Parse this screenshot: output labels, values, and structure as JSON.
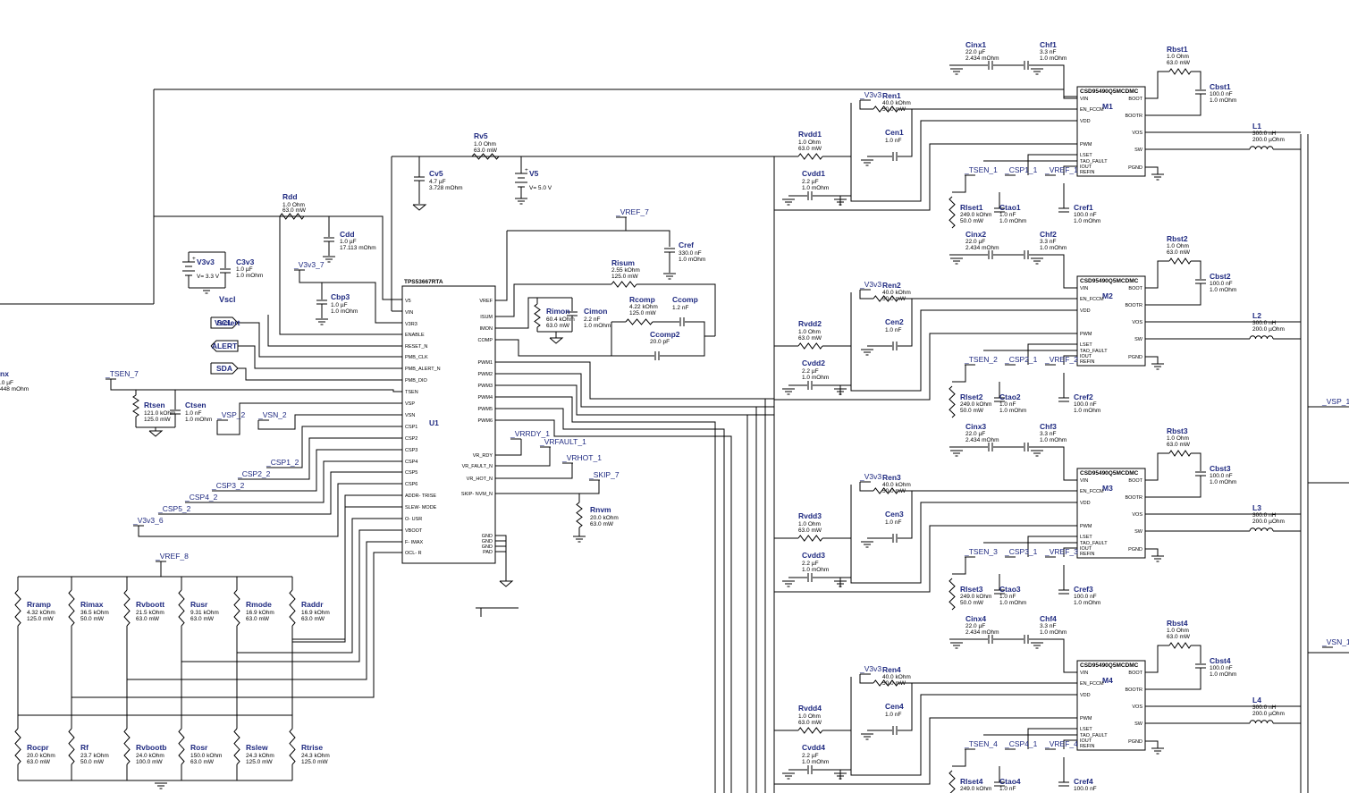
{
  "schematic": {
    "controller": {
      "part": "TPS53667RTA",
      "ref": "U1",
      "pins_left": [
        "V5",
        "VIN",
        "V3R3",
        "ENABLE",
        "RESET_N",
        "PMB_CLK",
        "PMB_ALERT_N",
        "PMB_DIO",
        "TSEN",
        "VSP",
        "VSN",
        "CSP1",
        "CSP2",
        "CSP3",
        "CSP4",
        "CSP5",
        "CSP6",
        "ADDR- TRISE",
        "SLEW- MODE",
        "O- USR",
        "VBOOT",
        "F- IMAX",
        "OCL- R"
      ],
      "pins_right_top": [
        "VREF",
        "ISUM",
        "IMON",
        "COMP"
      ],
      "pins_right_pwm": [
        "PWM1",
        "PWM2",
        "PWM3",
        "PWM4",
        "PWM5",
        "PWM6"
      ],
      "pins_right_status": [
        "VR_RDY",
        "VR_FAULT_N",
        "VR_HOT_N",
        "SKIP- NVM_N"
      ],
      "pins_right_gnd": [
        "GND",
        "GND",
        "GND",
        "PAD"
      ]
    },
    "stage_part": "CSD95490Q5MCDMC",
    "stage_pins_left": [
      "VIN",
      "EN_FCCM",
      "VDD",
      "PWM",
      "LSET",
      "TAO_FAULT",
      "IOUT",
      "REFIN"
    ],
    "stage_pins_right": [
      "BOOT",
      "BOOTR",
      "VOS",
      "SW",
      "PGND"
    ],
    "stages": [
      {
        "ref": "M1",
        "cinx": "Cinx1",
        "cinx_v1": "22.0 µF",
        "cinx_v2": "2.434 mOhm",
        "chf": "Chf1",
        "chf_v1": "3.3 nF",
        "chf_v2": "1.0 mOhm",
        "rbst": "Rbst1",
        "rbst_v1": "1.0 Ohm",
        "rbst_v2": "63.0 mW",
        "cbst": "Cbst1",
        "cbst_v1": "100.0 nF",
        "cbst_v2": "1.0 mOhm",
        "l": "L1",
        "l_v1": "300.0 nH",
        "l_v2": "200.0 µOhm",
        "ren": "Ren1",
        "ren_v1": "40.0 kOhm",
        "ren_v2": "50.0 mW",
        "cen": "Cen1",
        "cen_v1": "1.0 nF",
        "rvdd": "Rvdd1",
        "rvdd_v1": "1.0 Ohm",
        "rvdd_v2": "63.0 mW",
        "cvdd": "Cvdd1",
        "cvdd_v1": "2.2 µF",
        "cvdd_v2": "1.0 mOhm",
        "rset": "Rlset1",
        "rset_v1": "249.0 kOhm",
        "rset_v2": "50.0 mW",
        "ctao": "Ctao1",
        "ctao_v1": "1.0 nF",
        "ctao_v2": "1.0 mOhm",
        "cref": "Cref1",
        "cref_v1": "100.0 nF",
        "cref_v2": "1.0 mOhm",
        "v3v3": "_V3v3",
        "tsen": "_TSEN_1",
        "csp": "_CSP1_1",
        "vref": "_VREF_1"
      },
      {
        "ref": "M2",
        "cinx": "Cinx2",
        "cinx_v1": "22.0 µF",
        "cinx_v2": "2.434 mOhm",
        "chf": "Chf2",
        "chf_v1": "3.3 nF",
        "chf_v2": "1.0 mOhm",
        "rbst": "Rbst2",
        "rbst_v1": "1.0 Ohm",
        "rbst_v2": "63.0 mW",
        "cbst": "Cbst2",
        "cbst_v1": "100.0 nF",
        "cbst_v2": "1.0 mOhm",
        "l": "L2",
        "l_v1": "300.0 nH",
        "l_v2": "200.0 µOhm",
        "ren": "Ren2",
        "ren_v1": "40.0 kOhm",
        "ren_v2": "50.0 mW",
        "cen": "Cen2",
        "cen_v1": "1.0 nF",
        "rvdd": "Rvdd2",
        "rvdd_v1": "1.0 Ohm",
        "rvdd_v2": "63.0 mW",
        "cvdd": "Cvdd2",
        "cvdd_v1": "2.2 µF",
        "cvdd_v2": "1.0 mOhm",
        "rset": "Rlset2",
        "rset_v1": "249.0 kOhm",
        "rset_v2": "50.0 mW",
        "ctao": "Ctao2",
        "ctao_v1": "1.0 nF",
        "ctao_v2": "1.0 mOhm",
        "cref": "Cref2",
        "cref_v1": "100.0 nF",
        "cref_v2": "1.0 mOhm",
        "v3v3": "_V3v3",
        "tsen": "_TSEN_2",
        "csp": "_CSP2_1",
        "vref": "_VREF_2"
      },
      {
        "ref": "M3",
        "cinx": "Cinx3",
        "cinx_v1": "22.0 µF",
        "cinx_v2": "2.434 mOhm",
        "chf": "Chf3",
        "chf_v1": "3.3 nF",
        "chf_v2": "1.0 mOhm",
        "rbst": "Rbst3",
        "rbst_v1": "1.0 Ohm",
        "rbst_v2": "63.0 mW",
        "cbst": "Cbst3",
        "cbst_v1": "100.0 nF",
        "cbst_v2": "1.0 mOhm",
        "l": "L3",
        "l_v1": "300.0 nH",
        "l_v2": "200.0 µOhm",
        "ren": "Ren3",
        "ren_v1": "40.0 kOhm",
        "ren_v2": "50.0 mW",
        "cen": "Cen3",
        "cen_v1": "1.0 nF",
        "rvdd": "Rvdd3",
        "rvdd_v1": "1.0 Ohm",
        "rvdd_v2": "63.0 mW",
        "cvdd": "Cvdd3",
        "cvdd_v1": "2.2 µF",
        "cvdd_v2": "1.0 mOhm",
        "rset": "Rlset3",
        "rset_v1": "249.0 kOhm",
        "rset_v2": "50.0 mW",
        "ctao": "Ctao3",
        "ctao_v1": "1.0 nF",
        "ctao_v2": "1.0 mOhm",
        "cref": "Cref3",
        "cref_v1": "100.0 nF",
        "cref_v2": "1.0 mOhm",
        "v3v3": "_V3v3",
        "tsen": "_TSEN_3",
        "csp": "_CSP3_1",
        "vref": "_VREF_3"
      },
      {
        "ref": "M4",
        "cinx": "Cinx4",
        "cinx_v1": "22.0 µF",
        "cinx_v2": "2.434 mOhm",
        "chf": "Chf4",
        "chf_v1": "3.3 nF",
        "chf_v2": "1.0 mOhm",
        "rbst": "Rbst4",
        "rbst_v1": "1.0 Ohm",
        "rbst_v2": "63.0 mW",
        "cbst": "Cbst4",
        "cbst_v1": "100.0 nF",
        "cbst_v2": "1.0 mOhm",
        "l": "L4",
        "l_v1": "300.0 nH",
        "l_v2": "200.0 µOhm",
        "ren": "Ren4",
        "ren_v1": "40.0 kOhm",
        "ren_v2": "50.0 mW",
        "cen": "Cen4",
        "cen_v1": "1.0 nF",
        "rvdd": "Rvdd4",
        "rvdd_v1": "1.0 Ohm",
        "rvdd_v2": "63.0 mW",
        "cvdd": "Cvdd4",
        "cvdd_v1": "2.2 µF",
        "cvdd_v2": "1.0 mOhm",
        "rset": "Rlset4",
        "rset_v1": "249.0 kOhm",
        "rset_v2": "",
        "ctao": "Ctao4",
        "ctao_v1": "1.0 nF",
        "ctao_v2": "",
        "cref": "Cref4",
        "cref_v1": "100.0 nF",
        "cref_v2": "",
        "v3v3": "_V3v3",
        "tsen": "_TSEN_4",
        "csp": "_CSP4_1",
        "vref": "_VREF_4"
      }
    ],
    "components": {
      "rv5": {
        "name": "Rv5",
        "v1": "1.0 Ohm",
        "v2": "63.0 mW"
      },
      "cv5": {
        "name": "Cv5",
        "v1": "4.7 µF",
        "v2": "3.728 mOhm"
      },
      "v5": {
        "name": "V5",
        "v1": "V= 5.0 V"
      },
      "rdd": {
        "name": "Rdd",
        "v1": "1.0 Ohm",
        "v2": "63.0 mW"
      },
      "cdd": {
        "name": "Cdd",
        "v1": "1.0 µF",
        "v2": "17.113 mOhm"
      },
      "v3v3": {
        "name": "V3v3",
        "v1": "V= 3.3 V"
      },
      "c3v3": {
        "name": "C3v3",
        "v1": "1.0 µF",
        "v2": "1.0 mOhm"
      },
      "cbp3": {
        "name": "Cbp3",
        "v1": "1.0 µF",
        "v2": "1.0 mOhm"
      },
      "cref": {
        "name": "Cref",
        "v1": "330.0 nF",
        "v2": "1.0 mOhm"
      },
      "risum": {
        "name": "Risum",
        "v1": "2.55 kOhm",
        "v2": "125.0 mW"
      },
      "rimon": {
        "name": "Rimon",
        "v1": "60.4 kOhm",
        "v2": "63.0 mW"
      },
      "cimon": {
        "name": "Cimon",
        "v1": "2.2 nF",
        "v2": "1.0 mOhm"
      },
      "rcomp": {
        "name": "Rcomp",
        "v1": "4.22 kOhm",
        "v2": "125.0 mW"
      },
      "ccomp": {
        "name": "Ccomp",
        "v1": "1.2 nF"
      },
      "ccomp2": {
        "name": "Ccomp2",
        "v1": "20.0 pF"
      },
      "rtsen": {
        "name": "Rtsen",
        "v1": "121.0 kOhm",
        "v2": "125.0 mW"
      },
      "ctsen": {
        "name": "Ctsen",
        "v1": "1.0 nF",
        "v2": "1.0 mOhm"
      },
      "rnvm": {
        "name": "Rnvm",
        "v1": "20.0 kOhm",
        "v2": "63.0 mW"
      }
    },
    "left_edge": {
      "name": "nx",
      "v1": ".0 µF",
      "v2": "448 mOhm"
    },
    "nets": {
      "vref7": "_VREF_7",
      "v3v3_7": "_V3v3_7",
      "tsen7": "_TSEN_7",
      "vsp2": "_VSP_2",
      "vsn2": "_VSN_2",
      "csp1_2": "_CSP1_2",
      "csp2_2": "_CSP2_2",
      "csp3_2": "_CSP3_2",
      "csp4_2": "_CSP4_2",
      "csp5_2": "_CSP5_2",
      "v3v3_6": "_V3v3_6",
      "vref8": "_VREF_8",
      "vrrdy": "_VRRDY_1",
      "vrfault": "_VRFAULT_1",
      "vrhot": "_VRHOT_1",
      "skip": "_SKIP_7",
      "vsp1": "_VSP_1",
      "vsn1": "_VSN_1",
      "vscl": "Vscl"
    },
    "ports": {
      "scl": "SCL",
      "scl_overlay": "Vsclert",
      "alert": "ALERT",
      "sda": "SDA"
    },
    "resistor_bank_top": [
      {
        "name": "Rramp",
        "v1": "4.32 kOhm",
        "v2": "125.0 mW"
      },
      {
        "name": "Rimax",
        "v1": "36.5 kOhm",
        "v2": "50.0 mW"
      },
      {
        "name": "Rvboott",
        "v1": "21.5 kOhm",
        "v2": "63.0 mW"
      },
      {
        "name": "Rusr",
        "v1": "9.31 kOhm",
        "v2": "63.0 mW"
      },
      {
        "name": "Rmode",
        "v1": "16.9 kOhm",
        "v2": "63.0 mW"
      },
      {
        "name": "Raddr",
        "v1": "16.9 kOhm",
        "v2": "63.0 mW"
      }
    ],
    "resistor_bank_bottom": [
      {
        "name": "Rocpr",
        "v1": "20.0 kOhm",
        "v2": "63.0 mW"
      },
      {
        "name": "Rf",
        "v1": "23.7 kOhm",
        "v2": "50.0 mW"
      },
      {
        "name": "Rvbootb",
        "v1": "24.0 kOhm",
        "v2": "100.0 mW"
      },
      {
        "name": "Rosr",
        "v1": "150.0 kOhm",
        "v2": "63.0 mW"
      },
      {
        "name": "Rslew",
        "v1": "24.3 kOhm",
        "v2": "125.0 mW"
      },
      {
        "name": "Rtrise",
        "v1": "24.3 kOhm",
        "v2": "125.0 mW"
      }
    ]
  }
}
